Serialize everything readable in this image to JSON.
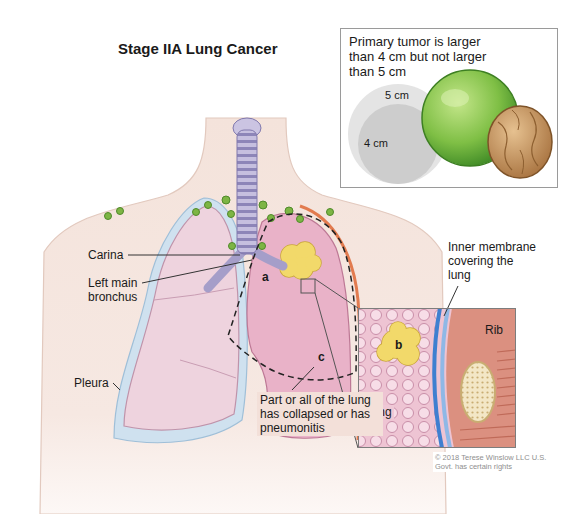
{
  "diagram": {
    "title": "Stage IIA Lung Cancer",
    "nodes": [
      {
        "text": [
          "Primary tumor is larger than 4 cm but not larger than 5 cm"
        ]
      },
      {
        "text": [
          "5 cm"
        ],
        "in": 0
      },
      {
        "text": [
          "4 cm"
        ],
        "in": 1
      },
      {
        "text": [
          "Rib",
          "b",
          "Lung"
        ]
      }
    ],
    "labels": [
      "Carina",
      "a",
      "Left main bronchus",
      "Inner membrane covering the lung",
      "Pleura",
      "c",
      "Part or all of the lung has collapsed or has pneumonitis",
      "© 2018 Terese Winslow LLC U.S. Govt. has certain rights"
    ]
  }
}
